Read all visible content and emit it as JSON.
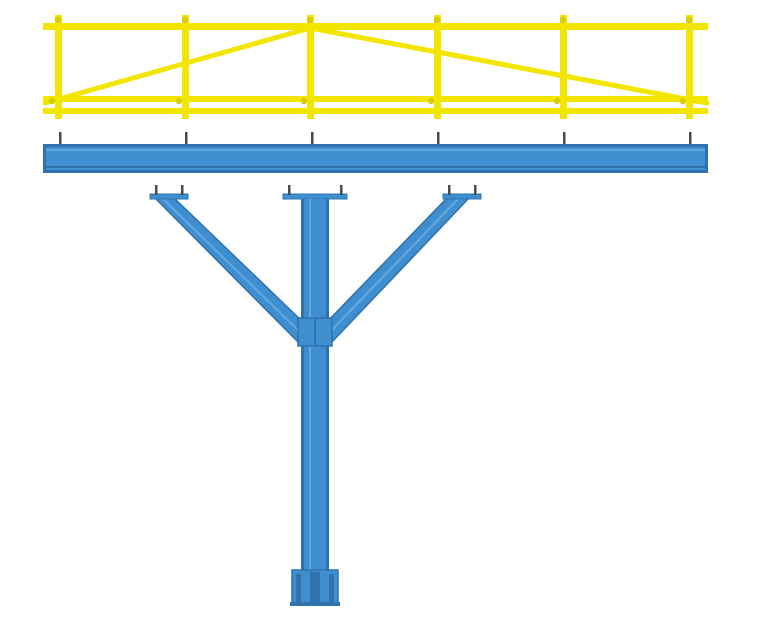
{
  "scene": {
    "subject": "steel-structure-elevation",
    "background_color": "#ffffff"
  },
  "colors": {
    "railing": "#f2e600",
    "railing_joint": "#d8cc00",
    "beam": "#3f8fd0",
    "beam_dark": "#2f72ad",
    "beam_light": "#63a9e0",
    "bolt": "#4a4a4a"
  },
  "components": {
    "railing": {
      "post_count": 6,
      "rail_count": 3,
      "diagonal_brace_count": 2
    },
    "main_beam": {
      "anchor_bolt_count": 6
    },
    "support": {
      "column_count": 1,
      "strut_count": 2,
      "cap_plate_count": 3
    }
  }
}
